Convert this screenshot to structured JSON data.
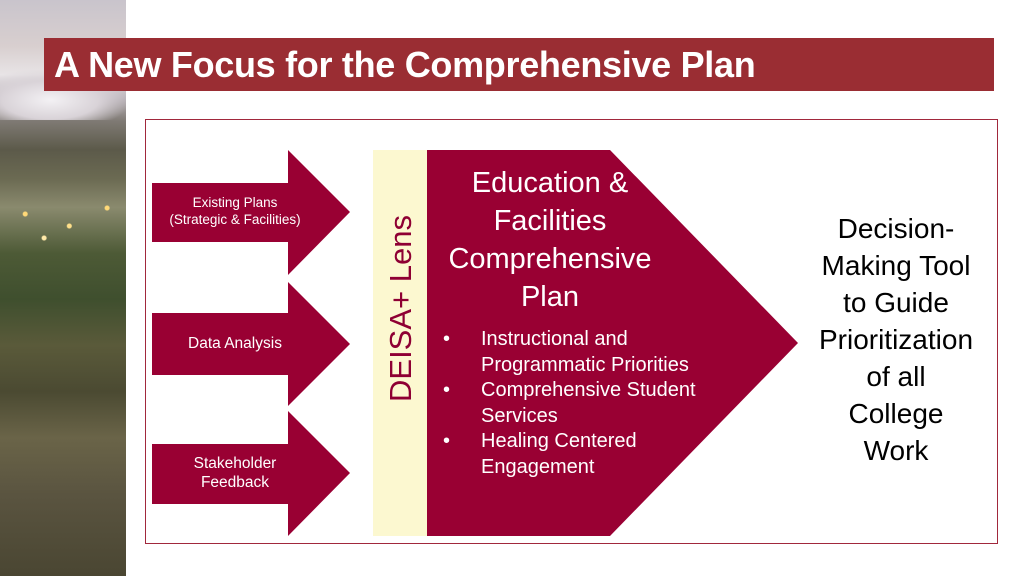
{
  "slide": {
    "title": "A New Focus for the Comprehensive Plan"
  },
  "inputs": [
    {
      "line1": "Existing Plans",
      "line2": "(Strategic & Facilities)"
    },
    {
      "line1": "Data Analysis",
      "line2": ""
    },
    {
      "line1": "Stakeholder",
      "line2": "Feedback"
    }
  ],
  "lens": {
    "label": "DEISA+ Lens"
  },
  "plan": {
    "title_lines": [
      "Education &",
      "Facilities",
      "Comprehensive",
      "Plan"
    ],
    "bullets": [
      {
        "line1": "Instructional and",
        "line2": "Programmatic Priorities"
      },
      {
        "line1": "Comprehensive Student",
        "line2": "Services"
      },
      {
        "line1": "Healing Centered",
        "line2": "Engagement"
      }
    ],
    "bullet_glyph": "•"
  },
  "outcome": {
    "lines": [
      "Decision-",
      "Making Tool",
      "to Guide",
      "Prioritization",
      "of all",
      "College",
      "Work"
    ]
  },
  "colors": {
    "title_bar": "#9a2d33",
    "shape_fill": "#990033",
    "lens_fill": "#fcf8d0",
    "lens_text": "#8e0033",
    "frame_border": "#a1283c"
  }
}
